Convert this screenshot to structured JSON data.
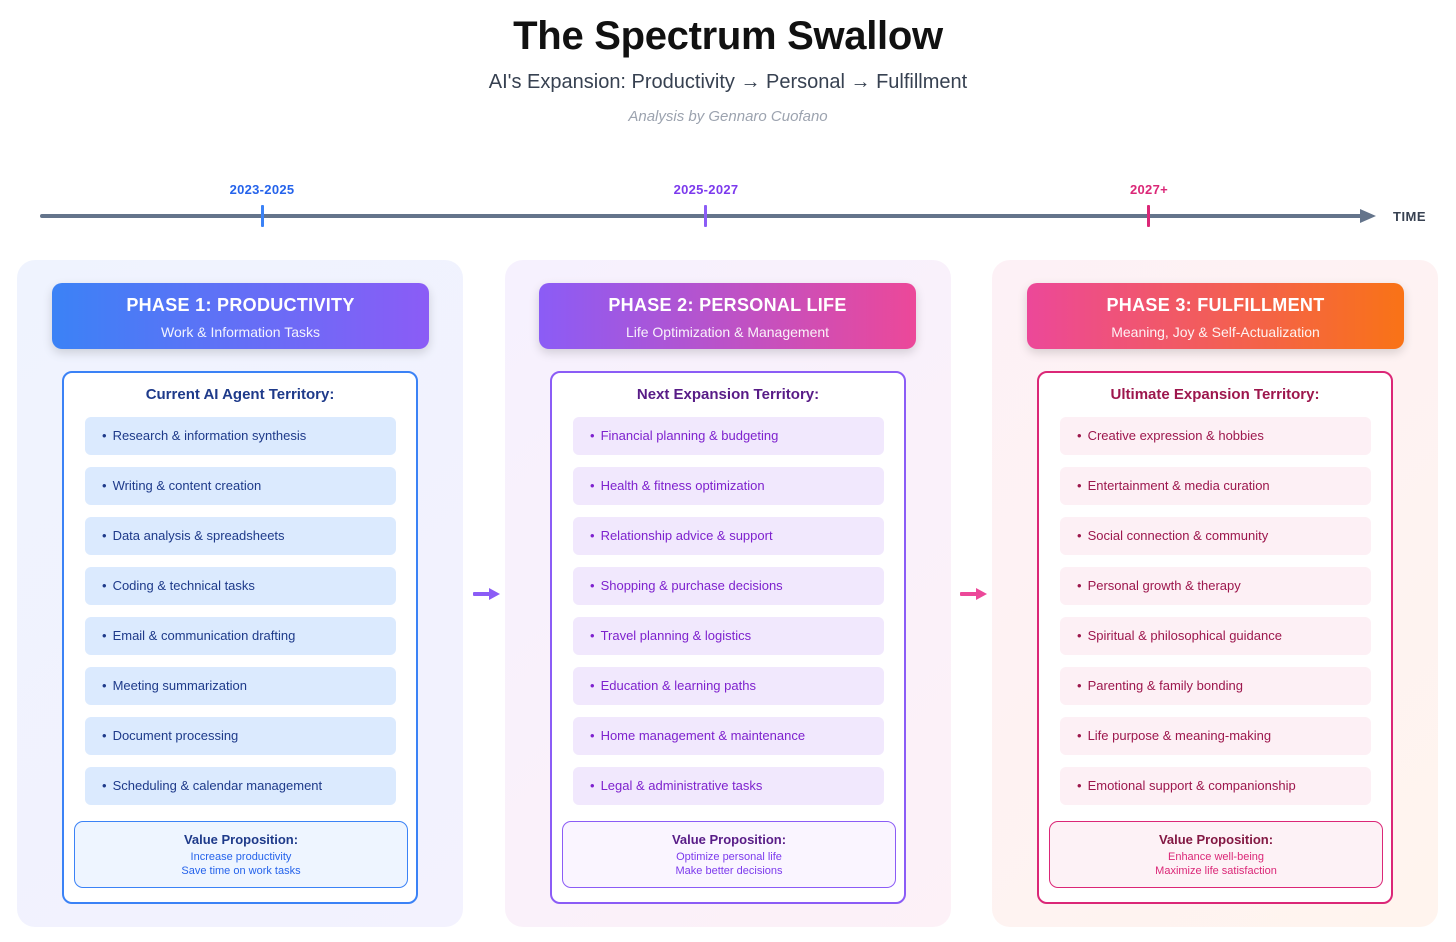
{
  "header": {
    "title": "The Spectrum Swallow",
    "subtitle": "AI's Expansion: Productivity → Personal → Fulfillment",
    "author": "Analysis by Gennaro Cuofano"
  },
  "timeline": {
    "axis_label": "TIME",
    "ticks": [
      {
        "label": "2023-2025",
        "color": "#3b82f6"
      },
      {
        "label": "2025-2027",
        "color": "#8b5cf6"
      },
      {
        "label": "2027+",
        "color": "#db2777"
      }
    ]
  },
  "phases": [
    {
      "title": "PHASE 1: PRODUCTIVITY",
      "subtitle": "Work & Information Tasks",
      "territory_title": "Current AI Agent Territory:",
      "bullet": "•",
      "items": [
        "Research & information synthesis",
        "Writing & content creation",
        "Data analysis & spreadsheets",
        "Coding & technical tasks",
        "Email & communication drafting",
        "Meeting summarization",
        "Document processing",
        "Scheduling & calendar management"
      ],
      "value": {
        "title": "Value Proposition:",
        "lines": [
          "Increase productivity",
          "Save time on work tasks"
        ]
      }
    },
    {
      "title": "PHASE 2: PERSONAL LIFE",
      "subtitle": "Life Optimization & Management",
      "territory_title": "Next Expansion Territory:",
      "bullet": "•",
      "items": [
        "Financial planning & budgeting",
        "Health & fitness optimization",
        "Relationship advice & support",
        "Shopping & purchase decisions",
        "Travel planning & logistics",
        "Education & learning paths",
        "Home management & maintenance",
        "Legal & administrative tasks"
      ],
      "value": {
        "title": "Value Proposition:",
        "lines": [
          "Optimize personal life",
          "Make better decisions"
        ]
      }
    },
    {
      "title": "PHASE 3: FULFILLMENT",
      "subtitle": "Meaning, Joy & Self-Actualization",
      "territory_title": "Ultimate Expansion Territory:",
      "bullet": "•",
      "items": [
        "Creative expression & hobbies",
        "Entertainment & media curation",
        "Social connection & community",
        "Personal growth & therapy",
        "Spiritual & philosophical guidance",
        "Parenting & family bonding",
        "Life purpose & meaning-making",
        "Emotional support & companionship"
      ],
      "value": {
        "title": "Value Proposition:",
        "lines": [
          "Enhance well-being",
          "Maximize life satisfaction"
        ]
      }
    }
  ],
  "connectors": [
    {
      "color": "#8b5cf6"
    },
    {
      "color": "#ec4899"
    }
  ]
}
